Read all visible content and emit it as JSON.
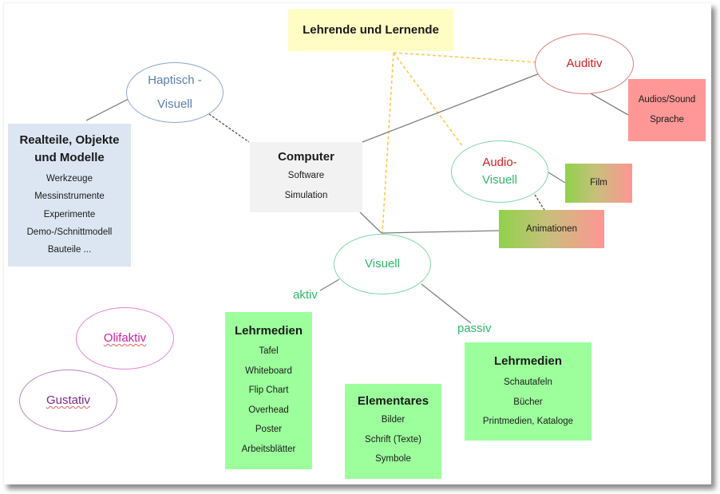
{
  "diagram": {
    "central_node": {
      "title": "Lehrende und Lernende",
      "color": "#fffdc4"
    },
    "sensory_channels": {
      "haptisch_visuell": {
        "lines": [
          "Haptisch -",
          "Visuell"
        ],
        "color": "#5a7fa8"
      },
      "auditiv": {
        "label": "Auditiv",
        "color": "#d02020"
      },
      "audio_visuell": {
        "lines": [
          "Audio-",
          "Visuell"
        ],
        "colors": [
          "#d02020",
          "#2fb86a"
        ]
      },
      "visuell": {
        "label": "Visuell",
        "color": "#2fb86a"
      },
      "olifaktiv": {
        "label": "Olifaktiv",
        "color": "#d020a8"
      },
      "gustativ": {
        "label": "Gustativ",
        "color": "#7a2a8a"
      }
    },
    "realteile": {
      "title_lines": [
        "Realteile, Objekte",
        "und Modelle"
      ],
      "items": [
        "Werkzeuge",
        "Messinstrumente",
        "Experimente",
        "Demo-/Schnittmodell",
        "Bauteile ..."
      ],
      "color": "#dce6f2"
    },
    "computer": {
      "title": "Computer",
      "items": [
        "Software",
        "Simulation"
      ],
      "color": "#f2f2f2"
    },
    "audios": {
      "items": [
        "Audios/Sound",
        "Sprache"
      ],
      "color": "#ff9797"
    },
    "film": {
      "label": "Film"
    },
    "animationen": {
      "label": "Animationen"
    },
    "branch_labels": {
      "aktiv": "aktiv",
      "passiv": "passiv"
    },
    "lehrmedien_aktiv": {
      "title": "Lehrmedien",
      "items": [
        "Tafel",
        "Whiteboard",
        "Flip Chart",
        "Overhead",
        "Poster",
        "Arbeitsblätter"
      ],
      "color": "#9cff9c"
    },
    "elementares": {
      "title": "Elementares",
      "items": [
        "Bilder",
        "Schrift (Texte)",
        "Symbole"
      ],
      "color": "#9cff9c"
    },
    "lehrmedien_passiv": {
      "title": "Lehrmedien",
      "items": [
        "Schautafeln",
        "Bücher",
        "Printmedien, Kataloge"
      ],
      "color": "#9cff9c"
    }
  },
  "connections": [
    {
      "from": "Lehrende und Lernende",
      "to": "Auditiv",
      "style": "dashed",
      "color": "#ffc84a"
    },
    {
      "from": "Lehrende und Lernende",
      "to": "Audio-Visuell",
      "style": "dashed",
      "color": "#ffc84a"
    },
    {
      "from": "Lehrende und Lernende",
      "to": "Visuell",
      "style": "dashed",
      "color": "#ffc84a"
    },
    {
      "from": "Haptisch-Visuell",
      "to": "Realteile, Objekte und Modelle",
      "style": "solid",
      "color": "#808080"
    },
    {
      "from": "Haptisch-Visuell",
      "to": "Computer",
      "style": "dotted",
      "color": "#505050"
    },
    {
      "from": "Computer",
      "to": "Auditiv",
      "style": "solid",
      "color": "#808080"
    },
    {
      "from": "Computer",
      "to": "Visuell",
      "style": "solid",
      "color": "#808080"
    },
    {
      "from": "Visuell",
      "to": "Animationen",
      "style": "solid",
      "color": "#808080"
    },
    {
      "from": "Auditiv",
      "to": "Audios/Sound",
      "style": "solid",
      "color": "#808080"
    },
    {
      "from": "Audio-Visuell",
      "to": "Film",
      "style": "solid",
      "color": "#808080"
    },
    {
      "from": "Audio-Visuell",
      "to": "Animationen",
      "style": "dotted",
      "color": "#505050"
    },
    {
      "from": "Visuell",
      "to": "Lehrmedien (aktiv)",
      "style": "solid",
      "color": "#808080"
    },
    {
      "from": "Visuell",
      "to": "Lehrmedien (passiv)",
      "style": "solid",
      "color": "#808080"
    }
  ]
}
